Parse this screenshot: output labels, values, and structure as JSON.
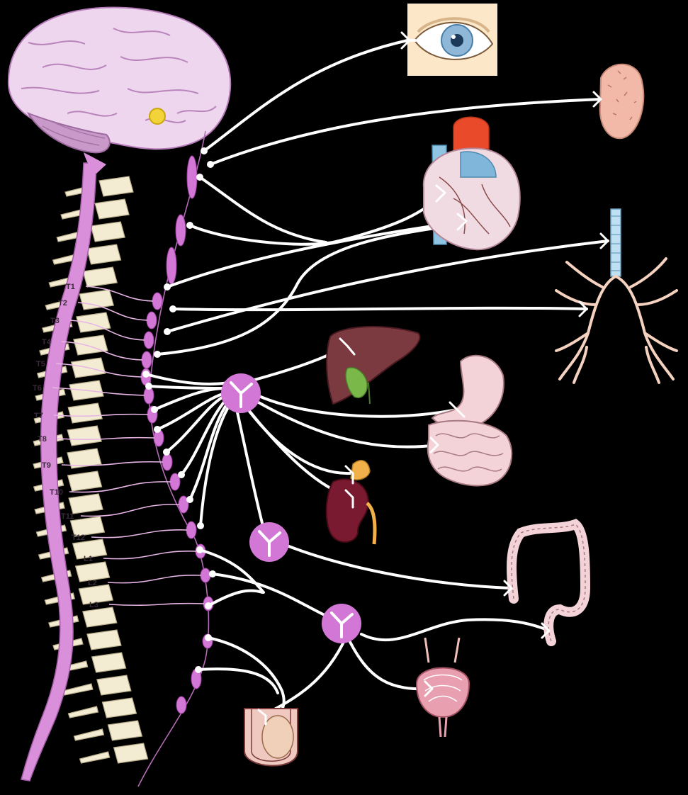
{
  "figure": {
    "spinal_labels": [
      "T1",
      "T2",
      "T3",
      "T4",
      "T5",
      "T6",
      "T7",
      "T8",
      "T9",
      "T10",
      "T11",
      "T12",
      "L1",
      "L2",
      "L3"
    ]
  },
  "colors": {
    "background": "#000000",
    "spinal_cord": "#d98fd9",
    "ganglion": "#d277d6",
    "nerve_fiber": "#ffffff",
    "vertebra": "#f3ecd2",
    "brain": "#efd6ef"
  },
  "organs": [
    "eye-icon",
    "gland-icon",
    "heart-icon",
    "lungs-icon",
    "liver-icon",
    "stomach-intestine-icon",
    "kidney-adrenal-icon",
    "colon-icon",
    "bladder-icon",
    "genitals-icon"
  ]
}
